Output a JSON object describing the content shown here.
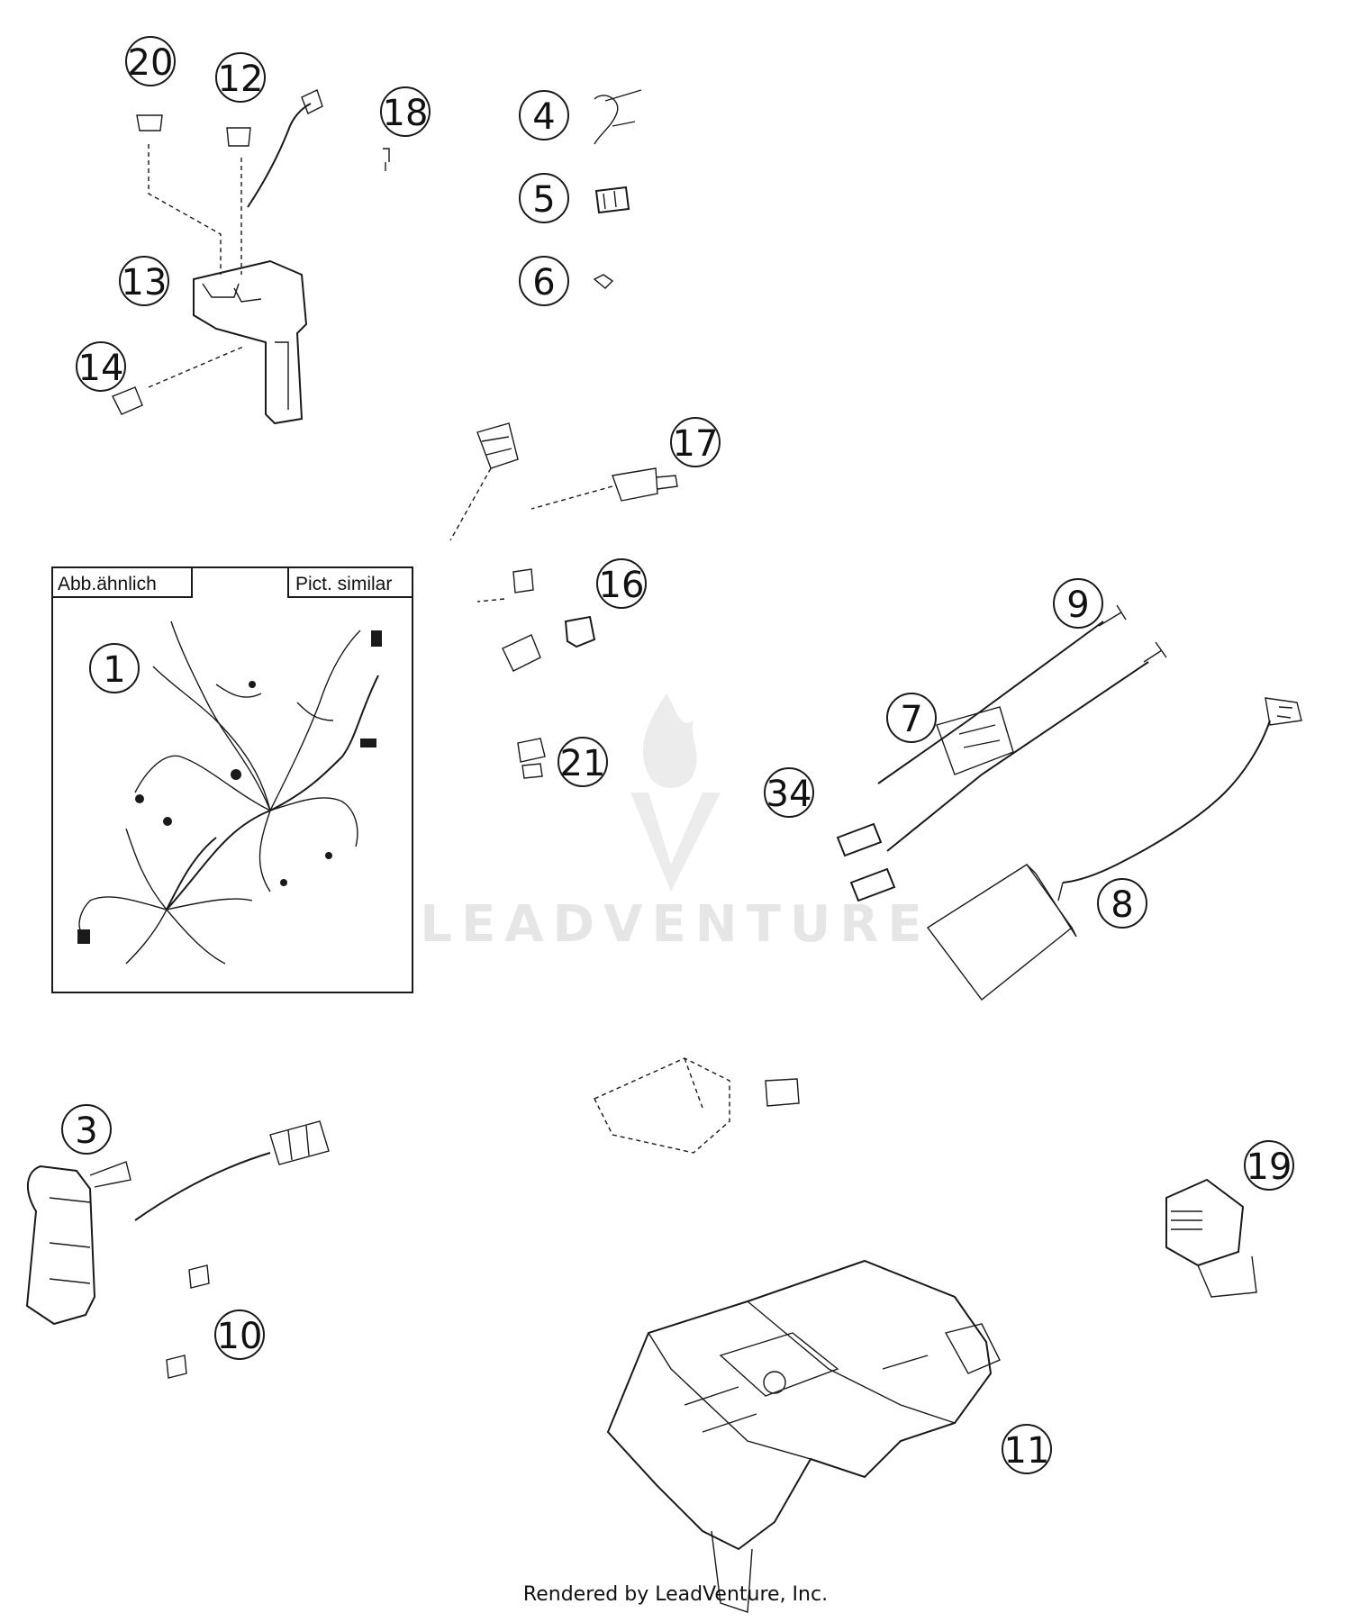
{
  "diagram": {
    "inset": {
      "label_left": "Abb.ähnlich",
      "label_right": "Pict. similar"
    },
    "callouts": [
      "20",
      "12",
      "18",
      "4",
      "5",
      "6",
      "13",
      "14",
      "17",
      "16",
      "1",
      "9",
      "7",
      "21",
      "34",
      "8",
      "3",
      "19",
      "10",
      "11"
    ],
    "watermark": "LEADVENTURE",
    "footer": "Rendered by LeadVenture, Inc."
  }
}
